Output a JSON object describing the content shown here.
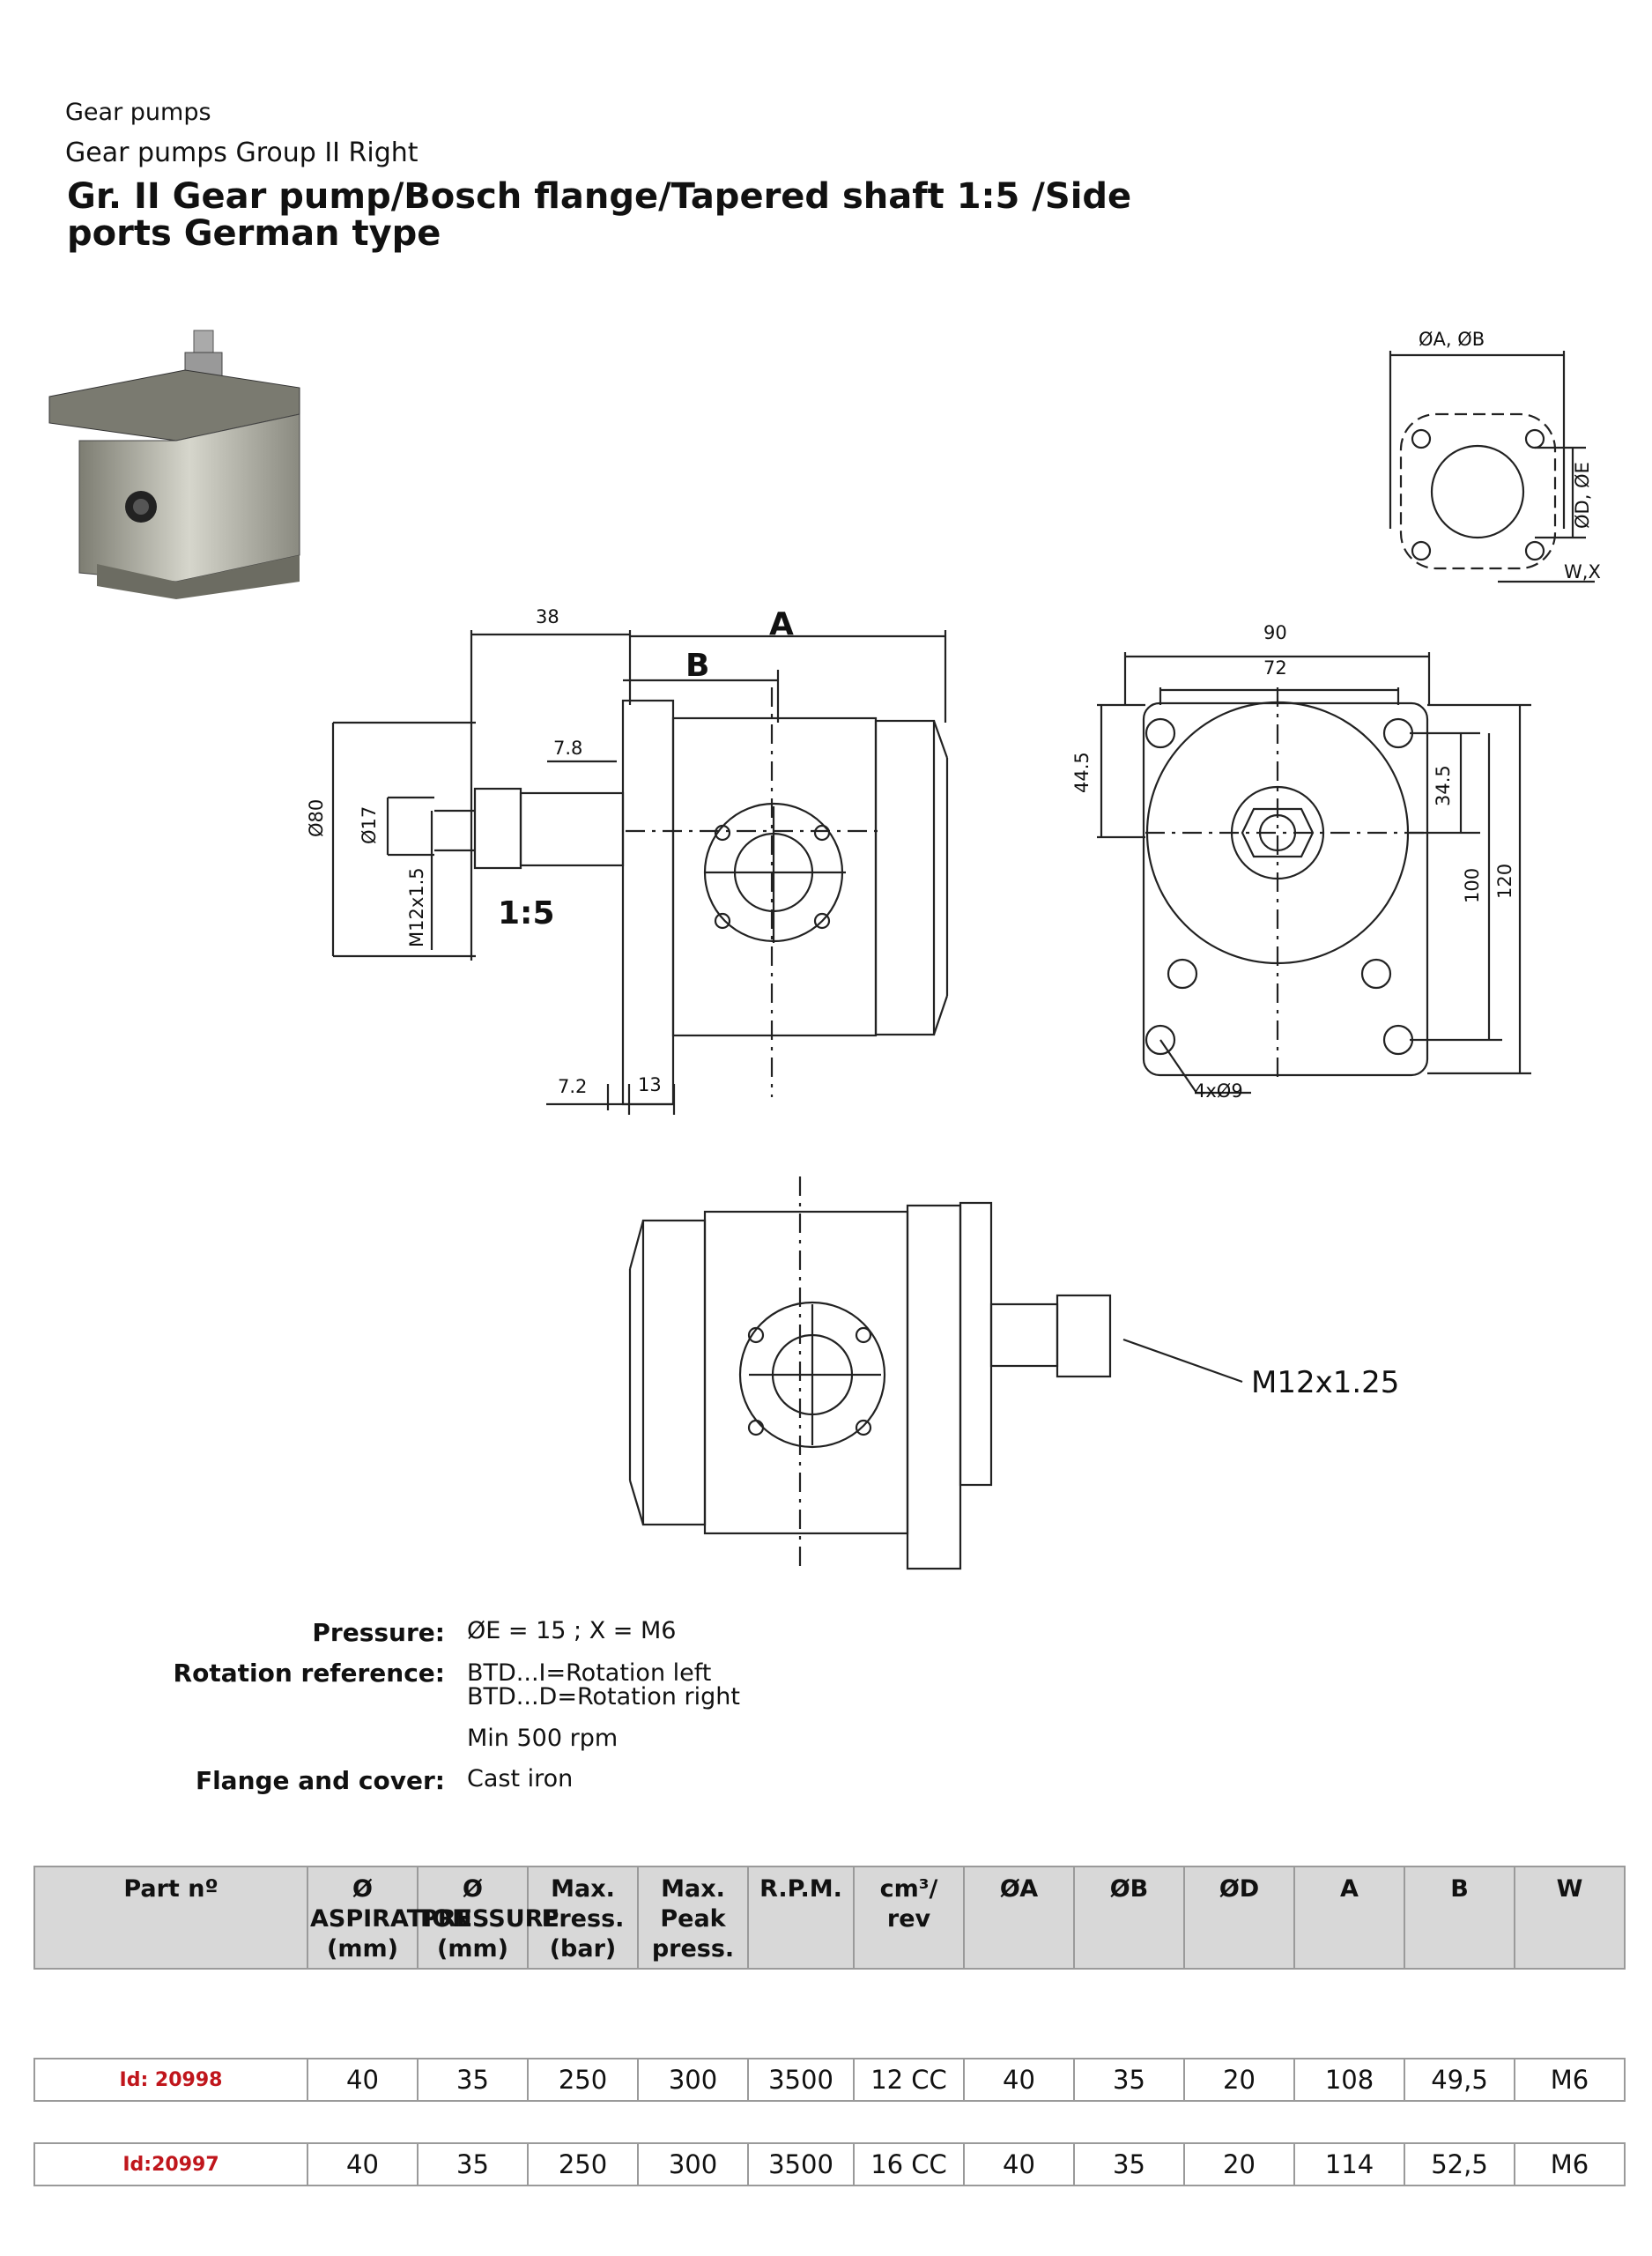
{
  "breadcrumbs": [
    "Gear pumps",
    "Gear pumps Group II Right"
  ],
  "title": "Gr. II Gear pump/Bosch flange/Tapered shaft 1:5 /Side ports German type",
  "drawing": {
    "port_view": {
      "label_top": "ØA, ØB",
      "label_side": "ØD, ØE",
      "label_corner": "W,X"
    },
    "front_view": {
      "dim_38": "38",
      "dim_A": "A",
      "dim_B": "B",
      "dim_7_8": "7.8",
      "dim_d80": "Ø80",
      "dim_d17": "Ø17",
      "dim_thread": "M12x1.5",
      "dim_taper": "1:5",
      "dim_7_2": "7.2",
      "dim_13": "13"
    },
    "flange_view": {
      "dim_90": "90",
      "dim_72": "72",
      "dim_44_5": "44.5",
      "dim_34_5": "34.5",
      "dim_100": "100",
      "dim_120": "120",
      "holes": "4xØ9"
    },
    "side_view": {
      "nut_label": "M12x1.25"
    }
  },
  "specs": [
    {
      "label": "Pressure:",
      "lines": [
        "ØE =  15 ; X = M6"
      ]
    },
    {
      "label": "Rotation reference:",
      "lines": [
        "BTD...I=Rotation left",
        "BTD...D=Rotation right"
      ]
    },
    {
      "label": "",
      "lines": [
        "Min 500 rpm"
      ]
    },
    {
      "label": "Flange and cover:",
      "lines": [
        "Cast iron"
      ]
    }
  ],
  "table": {
    "headers": [
      "Part nº",
      "Ø\nASPIRATION\n(mm)",
      "Ø\nPRESSURE\n(mm)",
      "Max.\nPress.\n(bar)",
      "Max.\nPeak\npress.",
      "R.P.M.",
      "cm³/\nrev",
      "ØA",
      "ØB",
      "ØD",
      "A",
      "B",
      "W"
    ],
    "rows": [
      [
        "Id: 20998",
        "40",
        "35",
        "250",
        "300",
        "3500",
        "12 CC",
        "40",
        "35",
        "20",
        "108",
        "49,5",
        "M6"
      ],
      [
        "Id:20997",
        "40",
        "35",
        "250",
        "300",
        "3500",
        "16 CC",
        "40",
        "35",
        "20",
        "114",
        "52,5",
        "M6"
      ]
    ]
  }
}
